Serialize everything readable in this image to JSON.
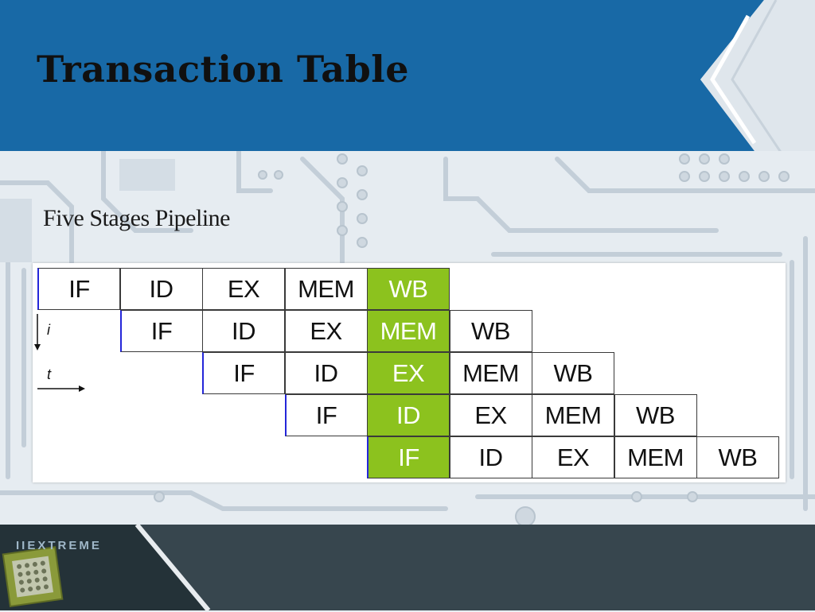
{
  "slide": {
    "title": "Transaction Table",
    "subtitle": "Five Stages Pipeline",
    "brand": "IIEXTREME"
  },
  "colors": {
    "header_band": "#1869a6",
    "highlight": "#8cc21e",
    "footer": "#37464e",
    "marker": "#2426d9"
  },
  "pipeline": {
    "axis_i": "i",
    "axis_t": "t",
    "highlight_column": 4,
    "rows": [
      [
        "IF",
        "ID",
        "EX",
        "MEM",
        "WB"
      ],
      [
        "IF",
        "ID",
        "EX",
        "MEM",
        "WB"
      ],
      [
        "IF",
        "ID",
        "EX",
        "MEM",
        "WB"
      ],
      [
        "IF",
        "ID",
        "EX",
        "MEM",
        "WB"
      ],
      [
        "IF",
        "ID",
        "EX",
        "MEM",
        "WB"
      ]
    ]
  }
}
